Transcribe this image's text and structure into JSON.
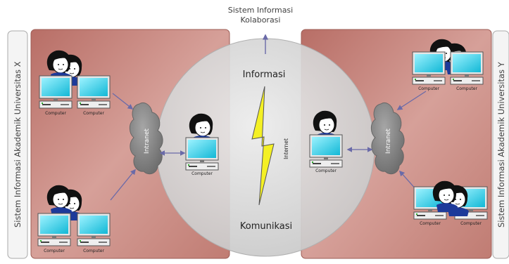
{
  "top_label": {
    "line1": "Sistem Informasi",
    "line2": "Kolaborasi"
  },
  "left_vertical_label": "Sistem Informasi Akademik Universitas X",
  "right_vertical_label": "Sistem Informasi Akademik Universitas Y",
  "center": {
    "top_label": "Informasi",
    "bottom_label": "Komunikasi",
    "link_label": "Internet"
  },
  "cloud_label": "Intranet",
  "computer_label": "Computer",
  "colors": {
    "panel": "#c9837a",
    "panel_border": "#9c5c55",
    "circle": "#dcdcdc",
    "cloud": "#8a8a8a",
    "screen": "#22c7e0",
    "bolt": "#f4f024",
    "arrow": "#6b6bb0"
  }
}
